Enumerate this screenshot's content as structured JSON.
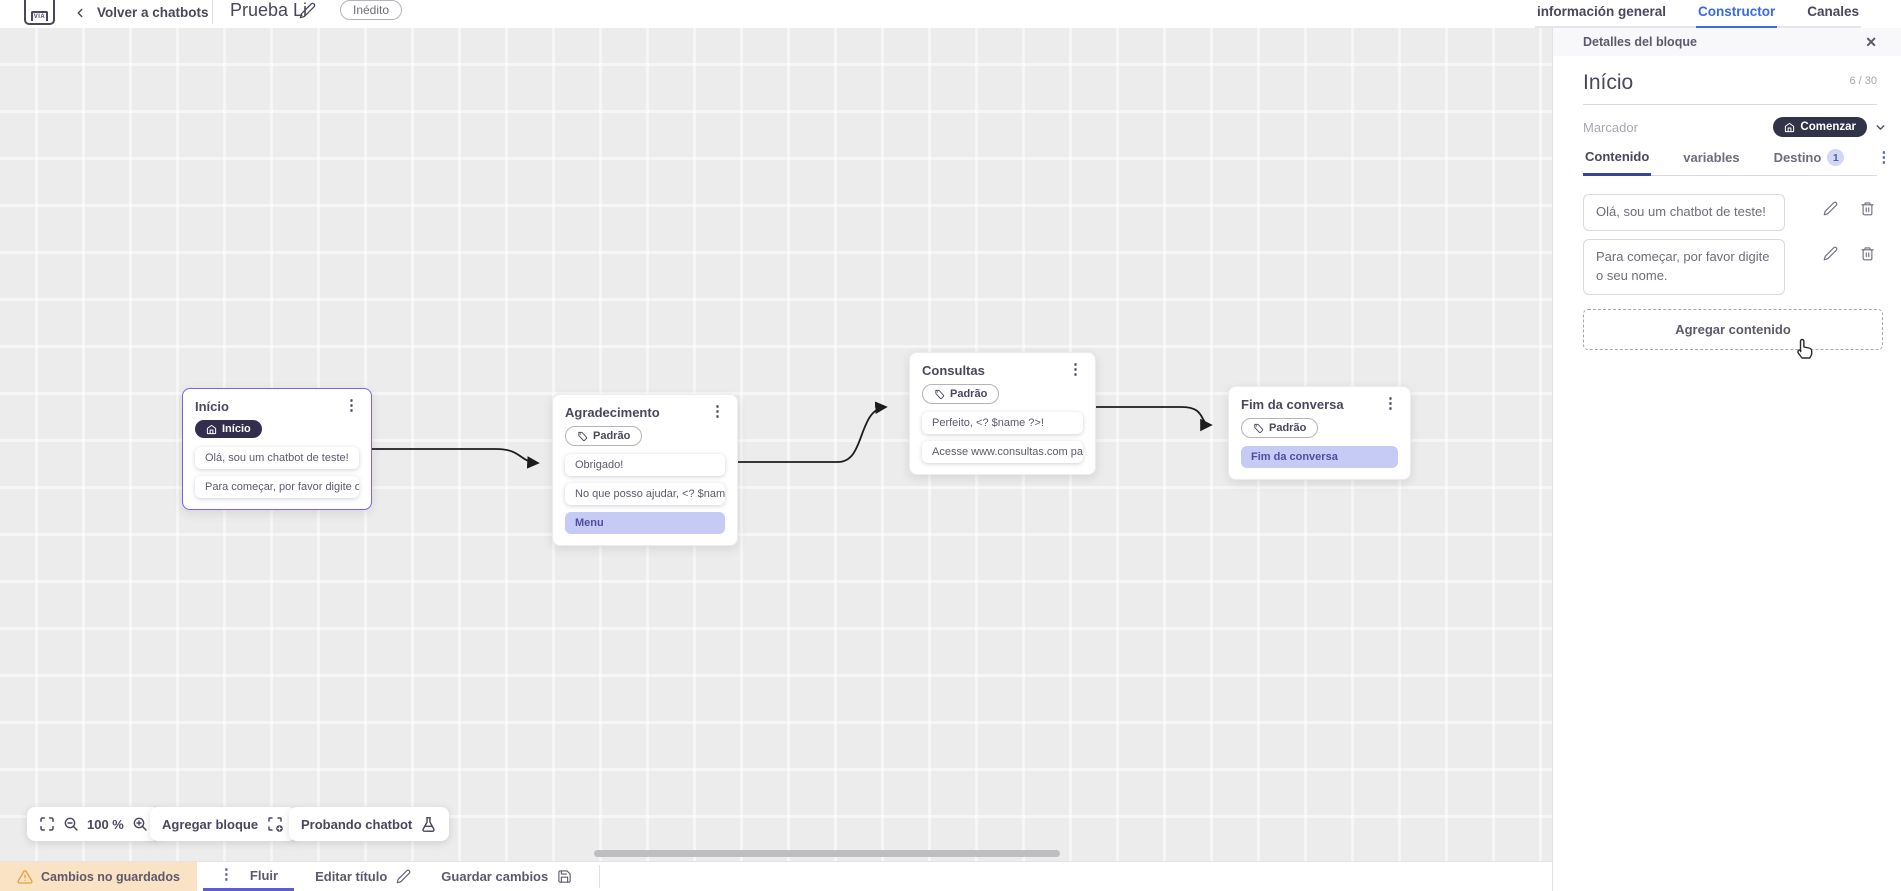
{
  "header": {
    "logo": "VIA",
    "back_label": "Volver a chatbots",
    "title": "Prueba Li",
    "status_badge": "Inédito",
    "tabs": [
      {
        "label": "información general",
        "active": false
      },
      {
        "label": "Constructor",
        "active": true
      },
      {
        "label": "Canales",
        "active": false
      }
    ]
  },
  "canvas": {
    "nodes": [
      {
        "title": "Início",
        "badge": "Início",
        "badge_style": "start",
        "selected": true,
        "cards": [
          {
            "text": "Olá, sou um chatbot de teste!"
          },
          {
            "text": "Para começar, por favor digite o ..."
          }
        ]
      },
      {
        "title": "Agradecimento",
        "badge": "Padrão",
        "badge_style": "default",
        "selected": false,
        "cards": [
          {
            "text": "Obrigado!"
          },
          {
            "text": "No que posso ajudar, <? $name ..."
          },
          {
            "text": "Menu",
            "highlight": true
          }
        ]
      },
      {
        "title": "Consultas",
        "badge": "Padrão",
        "badge_style": "default",
        "selected": false,
        "cards": [
          {
            "text": "Perfeito, <? $name ?>!"
          },
          {
            "text": "Acesse www.consultas.com par..."
          }
        ]
      },
      {
        "title": "Fim da conversa",
        "badge": "Padrão",
        "badge_style": "default",
        "selected": false,
        "cards": [
          {
            "text": "Fim da conversa",
            "highlight": true
          }
        ]
      }
    ],
    "toolbar": {
      "zoom_level": "100 %",
      "add_block_label": "Agregar bloque",
      "test_chatbot_label": "Probando chatbot"
    }
  },
  "panel": {
    "header": "Detalles del bloque",
    "block_title": "Início",
    "char_count": "6 / 30",
    "marker_label": "Marcador",
    "marker_value": "Comenzar",
    "tabs": [
      {
        "label": "Contenido",
        "active": true
      },
      {
        "label": "variables",
        "active": false
      },
      {
        "label": "Destino",
        "active": false,
        "badge": "1"
      }
    ],
    "contents": [
      {
        "text": "Olá, sou um chatbot de teste!"
      },
      {
        "text": "Para começar, por favor digite o seu nome."
      }
    ],
    "add_content_label": "Agregar contenido"
  },
  "statusbar": {
    "warning": "Cambios no guardados",
    "flow_tab": "Fluir",
    "edit_title_label": "Editar título",
    "save_label": "Guardar cambios"
  },
  "icons": {
    "kebab": "⋮",
    "close": "✕"
  },
  "colors": {
    "primary_selected_border": "#7367f0",
    "top_tab_active": "#3a68e8",
    "marker_pill_bg": "#313449",
    "start_badge_bg": "#332e4e",
    "highlight_card_bg": "#c5cbf4",
    "warning_bg": "#f9e3c4",
    "flow_tab_underline": "#5f5bd0",
    "connector": "#1c1c1c",
    "canvas_bg": "#ececec"
  }
}
